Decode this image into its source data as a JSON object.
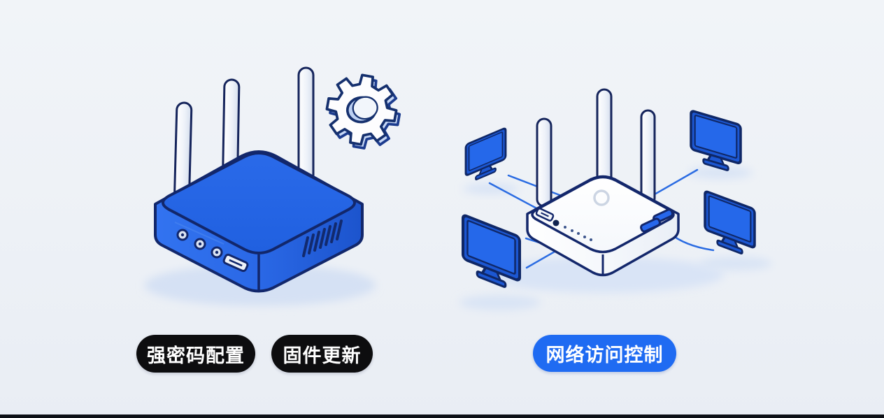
{
  "scene": {
    "background_color": "#edf1f6",
    "bottom_bar_color": "#0d1016",
    "accent_blue": "#1f6bf2",
    "outline_navy": "#13276b",
    "device_body_blue": "#2463e4",
    "monitor_screen_blue": "#2568ea",
    "connection_line_blue": "#2b6ce2",
    "badge_dark_bg": "#0d0d0f",
    "badge_text_color": "#ffffff"
  },
  "left_scene": {
    "icons": [
      "blue-router-icon",
      "gear-icon"
    ],
    "badges": [
      {
        "label": "强密码配置",
        "bg": "#0d0d0f",
        "text_color": "#ffffff"
      },
      {
        "label": "固件更新",
        "bg": "#0d0d0f",
        "text_color": "#ffffff"
      }
    ]
  },
  "right_scene": {
    "icons": [
      "white-router-icon",
      "monitor-icon",
      "connection-lines"
    ],
    "monitor_count": 4,
    "badges": [
      {
        "label": "网络访问控制",
        "bg": "#1f6bf2",
        "text_color": "#ffffff"
      }
    ]
  }
}
